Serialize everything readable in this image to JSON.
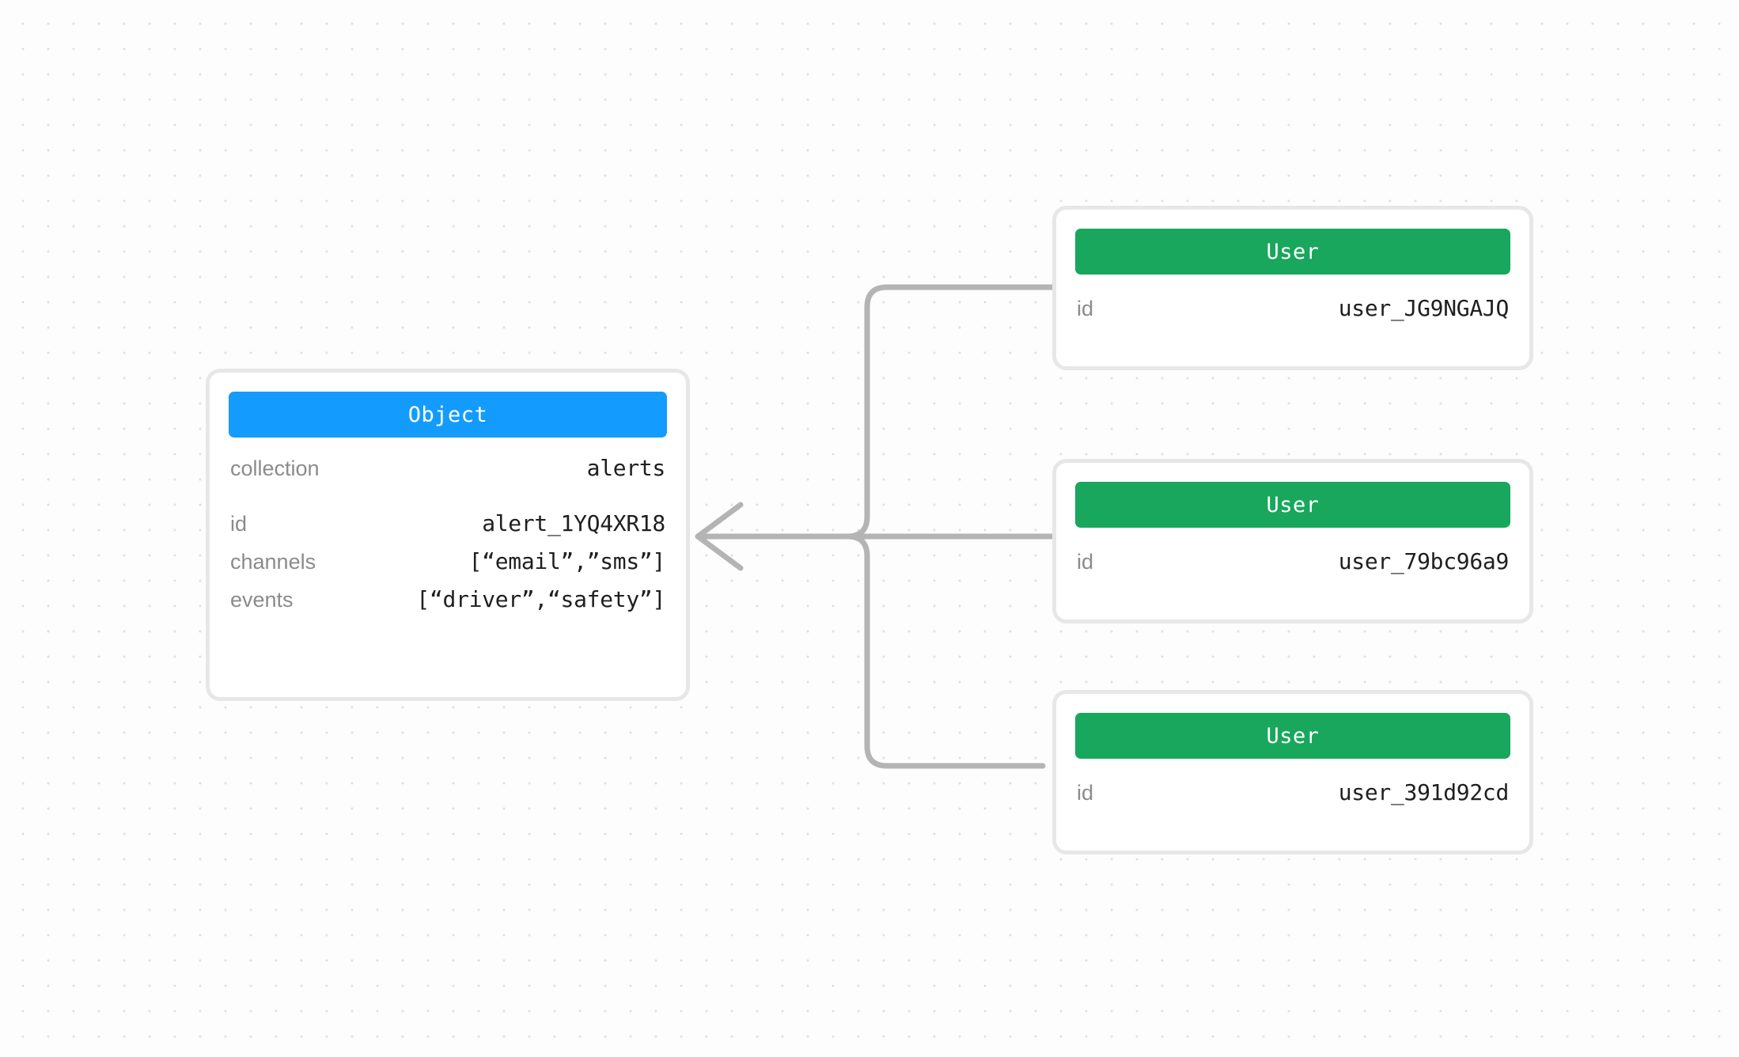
{
  "diagram": {
    "type": "entity-relationship-graph",
    "background": "#fdfdfd",
    "edge_color": "#b4b4b4",
    "colors": {
      "object_header": "#139cfd",
      "user_header": "#18a75c",
      "card_border": "#e7e7e7",
      "key_text": "#8b8b8b",
      "value_text": "#1f1f1f"
    },
    "object_card": {
      "title": "Object",
      "rows": [
        {
          "key": "collection",
          "value": "alerts"
        }
      ],
      "rows_secondary": [
        {
          "key": "id",
          "value": "alert_1YQ4XR18"
        },
        {
          "key": "channels",
          "value": "[“email”,”sms”]"
        },
        {
          "key": "events",
          "value": "[“driver”,“safety”]"
        }
      ]
    },
    "user_cards": [
      {
        "title": "User",
        "rows": [
          {
            "key": "id",
            "value": "user_JG9NGAJQ"
          }
        ]
      },
      {
        "title": "User",
        "rows": [
          {
            "key": "id",
            "value": "user_79bc96a9"
          }
        ]
      },
      {
        "title": "User",
        "rows": [
          {
            "key": "id",
            "value": "user_391d92cd"
          }
        ]
      }
    ],
    "edges": [
      {
        "from": "user_card_0",
        "to": "object_card",
        "direction": "left"
      },
      {
        "from": "user_card_1",
        "to": "object_card",
        "direction": "left"
      },
      {
        "from": "user_card_2",
        "to": "object_card",
        "direction": "left"
      }
    ]
  }
}
